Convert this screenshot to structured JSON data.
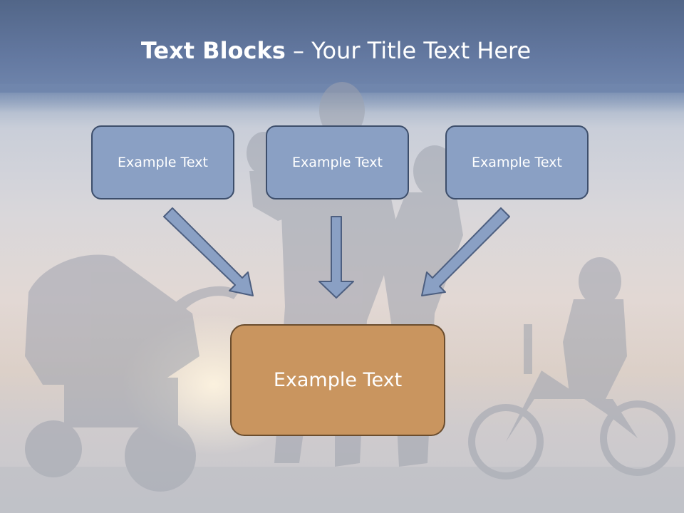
{
  "slide": {
    "title_bold": "Text Blocks",
    "title_dash": " – ",
    "title_rest": "Your Title Text Here"
  },
  "boxes": {
    "left": "Example Text",
    "middle": "Example Text",
    "right": "Example Text",
    "center": "Example Text"
  },
  "colors": {
    "header": "#5b6f95",
    "small_box_fill": "#8aa0c4",
    "small_box_border": "#3d4e6b",
    "center_box_fill": "#c9955f",
    "center_box_border": "#6b4d2e",
    "arrow_fill": "#8aa0c4",
    "arrow_stroke": "#4d5f80"
  }
}
